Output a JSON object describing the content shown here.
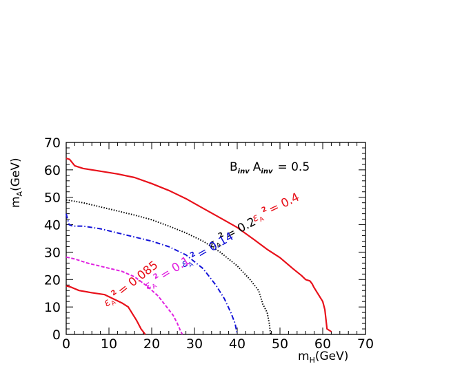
{
  "chart_data": {
    "type": "line",
    "xlabel": {
      "main": "m",
      "sub": "H",
      "unit": "(GeV)"
    },
    "ylabel": {
      "main": "m",
      "sub": "A",
      "unit": "(GeV)"
    },
    "xlim": [
      0,
      70
    ],
    "ylim": [
      0,
      70
    ],
    "xticks": [
      "0",
      "10",
      "20",
      "30",
      "40",
      "50",
      "60",
      "70"
    ],
    "yticks": [
      "0",
      "10",
      "20",
      "30",
      "40",
      "50",
      "60",
      "70"
    ],
    "grid": false,
    "annotation": {
      "b": "B",
      "b_sub": "inv",
      "a": "A",
      "a_sub": "inv",
      "rest": "= 0.5"
    },
    "series": [
      {
        "symbol": "ε",
        "sub": "A",
        "sup": "2",
        "value": "= 0.4",
        "label_at": [
          44,
          41
        ],
        "label_angle": -26,
        "color": "#e8101a",
        "dash": "",
        "width": 2.2,
        "x": [
          0,
          0.8,
          2,
          4,
          8,
          12,
          16,
          20,
          24,
          28,
          32,
          36,
          40,
          44,
          47,
          50,
          53,
          55,
          56,
          57,
          57.5,
          58,
          59,
          60,
          60.5,
          61,
          62
        ],
        "y": [
          64.2,
          63.8,
          61.5,
          60.5,
          59.5,
          58.5,
          57.2,
          55,
          52.5,
          49.5,
          46,
          42.5,
          39,
          34.5,
          31,
          28,
          24,
          21.5,
          20,
          19.5,
          18.5,
          17,
          14.5,
          12,
          9,
          2,
          1
        ]
      },
      {
        "symbol": "ε",
        "sub": "A",
        "sup": "2",
        "value": "= 0.2",
        "label_at": [
          34,
          31.5
        ],
        "label_angle": -28,
        "color": "#000000",
        "dash": "1.5 2.2",
        "width": 2.0,
        "x": [
          0,
          1,
          4,
          8,
          12,
          16,
          20,
          24,
          28,
          32,
          36,
          40,
          43,
          45,
          46,
          47,
          47.5,
          47.8
        ],
        "y": [
          49,
          48.8,
          48,
          46.5,
          45,
          43.5,
          41.8,
          39.5,
          37,
          34,
          30,
          25,
          20,
          16,
          11,
          8,
          4,
          0
        ]
      },
      {
        "symbol": "ε",
        "sub": "A",
        "sup": "2",
        "value": "= 0.14",
        "label_at": [
          27.5,
          24.3
        ],
        "label_angle": -30,
        "color": "#1212d8",
        "dash": "7 3 1.5 3",
        "width": 2.0,
        "x": [
          0,
          0.3,
          0.7,
          1.5,
          4,
          8,
          12,
          16,
          20,
          24,
          28,
          32,
          35,
          37,
          38.5,
          39.5,
          40
        ],
        "y": [
          44,
          42,
          40,
          39.5,
          39.5,
          38.5,
          37,
          35.5,
          34,
          32,
          29,
          24,
          18,
          13,
          8,
          4,
          0
        ]
      },
      {
        "symbol": "ε",
        "sub": "A",
        "sup": "2",
        "value": "= 0.1",
        "label_at": [
          19,
          16.3
        ],
        "label_angle": -32,
        "color": "#e020e0",
        "dash": "5 2.5",
        "width": 2.0,
        "x": [
          0,
          2,
          5,
          9,
          13,
          16,
          19,
          21.5,
          23.5,
          25,
          26,
          26.8,
          27.2
        ],
        "y": [
          28.2,
          27.5,
          26,
          24.5,
          23,
          21,
          17.5,
          14,
          10,
          7,
          4,
          1,
          0
        ]
      },
      {
        "symbol": "ε",
        "sub": "A",
        "sup": "2",
        "value": "= 0.085",
        "label_at": [
          9.5,
          10
        ],
        "label_angle": -38,
        "color": "#e8101a",
        "dash": "",
        "width": 2.2,
        "x": [
          0,
          1,
          3,
          6,
          9,
          11,
          13,
          14.5,
          15.5,
          16.5,
          17.5,
          18.5
        ],
        "y": [
          17.7,
          17.3,
          16,
          15.2,
          14.5,
          13,
          11.5,
          10,
          7.5,
          5,
          2,
          0
        ]
      }
    ]
  }
}
